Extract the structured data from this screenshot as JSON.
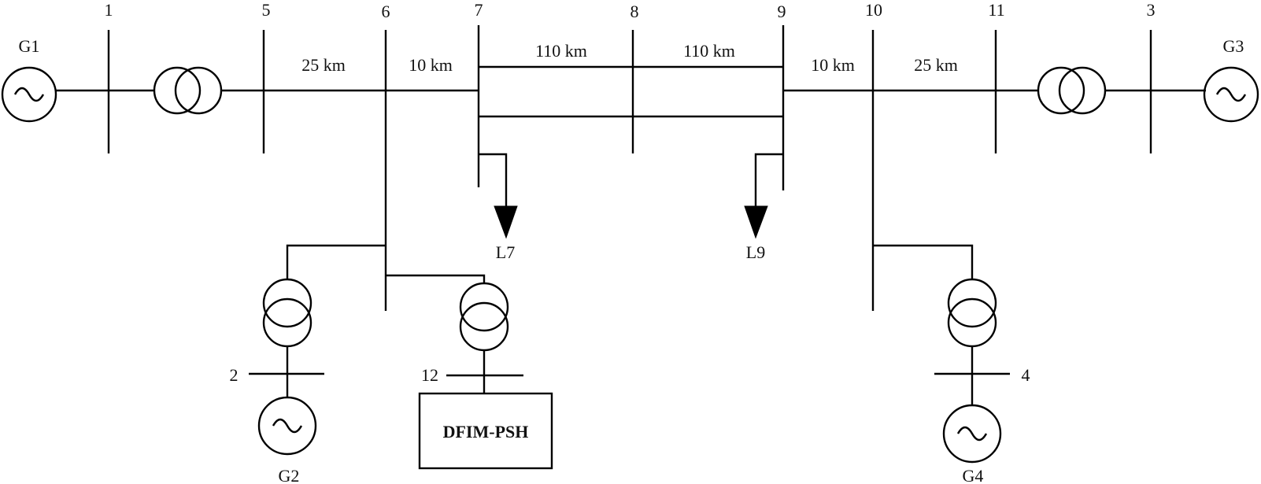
{
  "buses": {
    "b1": "1",
    "b5": "5",
    "b6": "6",
    "b7": "7",
    "b8": "8",
    "b9": "9",
    "b10": "10",
    "b11": "11",
    "b3": "3",
    "b2": "2",
    "b12": "12",
    "b4": "4"
  },
  "generators": {
    "g1": "G1",
    "g2": "G2",
    "g3": "G3",
    "g4": "G4"
  },
  "lines": {
    "l5_6": "25 km",
    "l6_7": "10 km",
    "l7_8": "110 km",
    "l8_9": "110 km",
    "l9_10": "10 km",
    "l10_11": "25 km"
  },
  "loads": {
    "l7": "L7",
    "l9": "L9"
  },
  "storage": {
    "label": "DFIM-PSH"
  }
}
